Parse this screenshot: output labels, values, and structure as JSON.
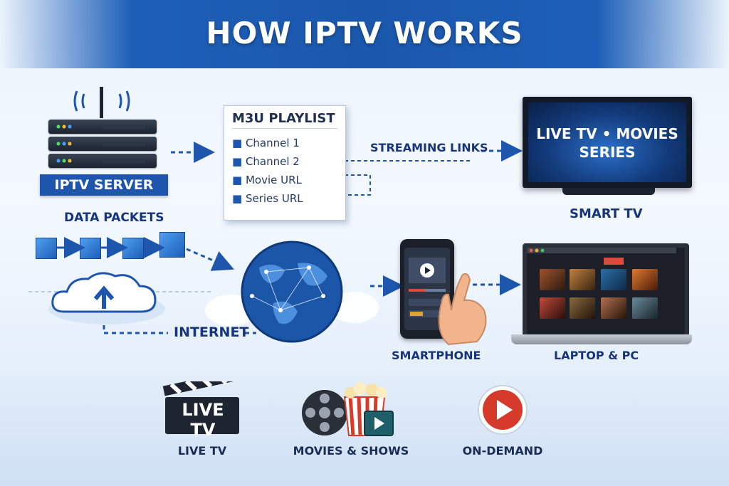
{
  "title": "HOW IPTV WORKS",
  "nodes": {
    "server": "IPTV SERVER",
    "packets": "DATA PACKETS",
    "internet": "INTERNET",
    "streaming_links": "STREAMING LINKS",
    "smart_tv": "SMART TV",
    "smartphone": "SMARTPHONE",
    "laptop": "LAPTOP & PC"
  },
  "playlist": {
    "title": "M3U PLAYLIST",
    "items": [
      "Channel 1",
      "Channel 2",
      "Movie URL",
      "Series URL"
    ]
  },
  "tv_screen": {
    "line1": "LIVE TV • MOVIES",
    "line2": "SERIES"
  },
  "bottom": {
    "live_tv_badge": "LIVE TV",
    "live_tv": "LIVE TV",
    "movies": "MOVIES & SHOWS",
    "on_demand": "ON-DEMAND"
  },
  "colors": {
    "primary": "#1f56ad",
    "dark_text": "#16357a",
    "arrow": "#1f56ad",
    "play_red": "#d63a2a"
  }
}
